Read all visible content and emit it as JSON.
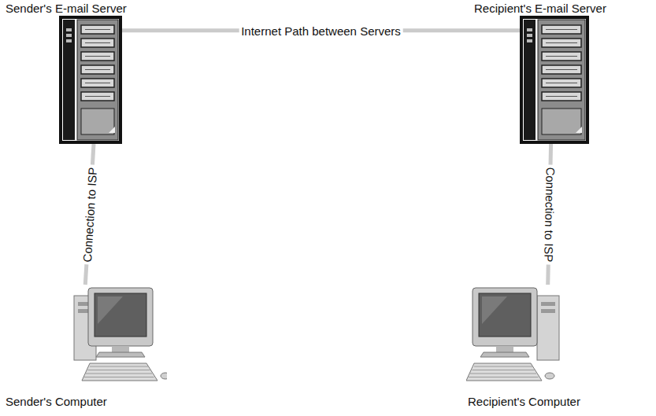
{
  "diagram": {
    "nodes": [
      {
        "text": [
          "Sender's E-mail Server"
        ]
      },
      {
        "text": [
          "Recipient's E-mail Server"
        ]
      },
      {
        "text": [
          "Sender's Computer"
        ]
      },
      {
        "text": [
          "Recipient's Computer"
        ]
      }
    ],
    "edges": [
      {
        "from": 0,
        "to": 1,
        "arrow": "none",
        "label": "Internet Path between Servers"
      },
      {
        "from": 0,
        "to": 2,
        "arrow": "none",
        "label": "Connection to ISP"
      },
      {
        "from": 1,
        "to": 3,
        "arrow": "none",
        "label": "Connection to ISP"
      }
    ]
  }
}
